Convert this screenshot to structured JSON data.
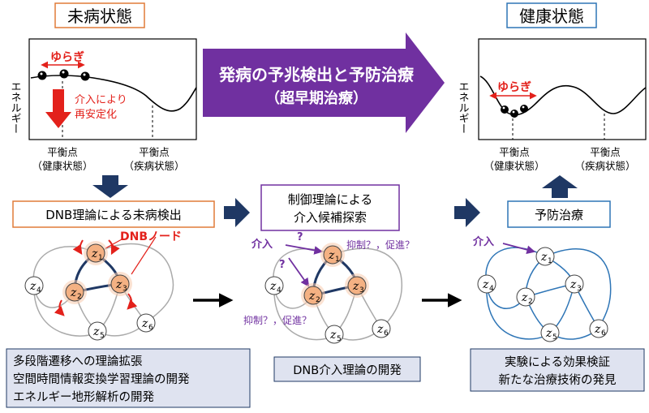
{
  "colors": {
    "navy": "#1f3864",
    "red": "#e3211b",
    "purple": "#7030a0",
    "orange_box": "#e07b39",
    "blue_box": "#2e75b6",
    "network_blue": "#2e75b6",
    "dnb_fill": "#f4b183"
  },
  "left": {
    "title": "未病状態",
    "ylabel": "エネルギー",
    "fluctuation": "ゆらぎ",
    "intervention": [
      "介入により",
      "再安定化"
    ],
    "eq1": [
      "平衡点",
      "（健康状態）"
    ],
    "eq2": [
      "平衡点",
      "（疾病状態）"
    ]
  },
  "right": {
    "title": "健康状態",
    "ylabel": "エネルギー",
    "fluctuation": "ゆらぎ",
    "eq1": [
      "平衡点",
      "（健康状態）"
    ],
    "eq2": [
      "平衡点",
      "（疾病状態）"
    ]
  },
  "big_arrow": {
    "line1": "発病の予兆検出と予防治療",
    "line2": "（超早期治療）"
  },
  "stages": {
    "s1": "DNB理論による未病検出",
    "s2": [
      "制御理論による",
      "介入候補探索"
    ],
    "s3": "予防治療"
  },
  "network": {
    "nodes": [
      "z",
      "z",
      "z",
      "z",
      "z",
      "z"
    ],
    "subs": [
      "1",
      "2",
      "3",
      "4",
      "5",
      "6"
    ],
    "dnb_label": "DNBノード",
    "intervene": "介入",
    "question": "?",
    "suppress_promote": "抑制？，促進？"
  },
  "bottom": {
    "left": [
      "多段階遷移への理論拡張",
      "空間時間情報変換学習理論の開発",
      "エネルギー地形解析の開発"
    ],
    "middle": "DNB介入理論の開発",
    "right": [
      "実験による効果検証",
      "新たな治療技術の発見"
    ]
  }
}
